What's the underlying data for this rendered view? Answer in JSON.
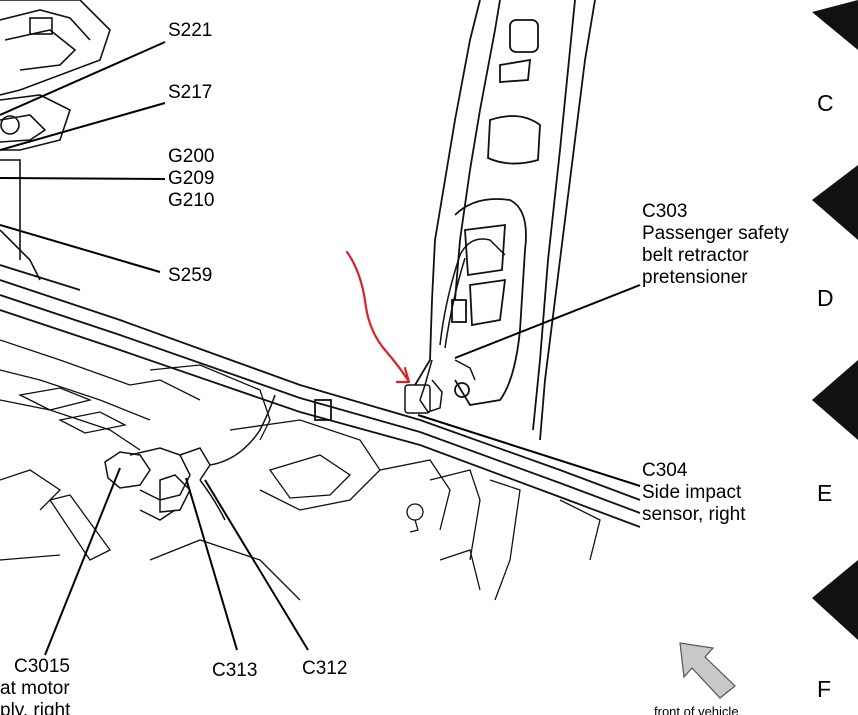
{
  "callouts": {
    "s221": "S221",
    "s217": "S217",
    "g_group": [
      "G200",
      "G209",
      "G210"
    ],
    "s259": "S259",
    "c303": [
      "C303",
      "Passenger safety",
      "belt retractor",
      "pretensioner"
    ],
    "c304": [
      "C304",
      "Side impact",
      "sensor, right"
    ],
    "c3015": [
      "C3015",
      "at motor",
      "ply, right"
    ],
    "c313": "C313",
    "c312": "C312"
  },
  "grid_letters": [
    "C",
    "D",
    "E",
    "F"
  ],
  "orientation": {
    "label": "front of vehicle",
    "icon": "arrow-up-left-icon"
  },
  "annotation": {
    "icon": "red-hand-drawn-arrow-icon",
    "color": "#e02020"
  }
}
